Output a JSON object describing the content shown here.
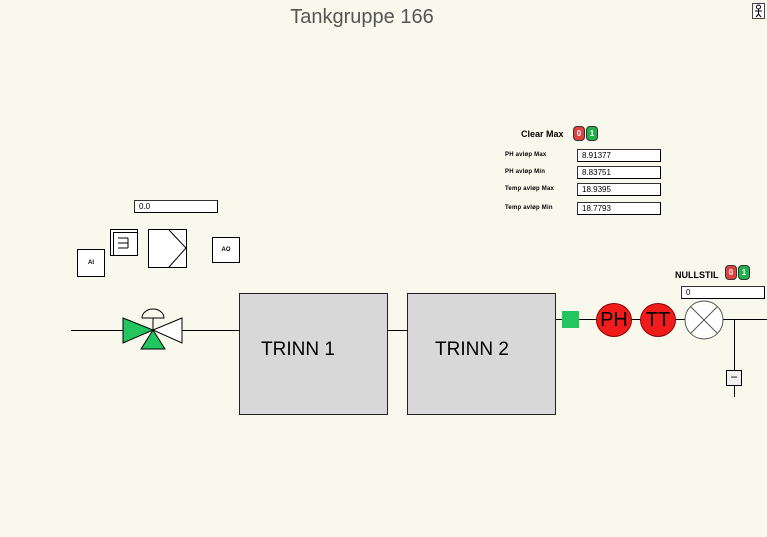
{
  "title": "Tankgruppe 166",
  "help_icon": "person-icon",
  "clear_max": {
    "label": "Clear Max",
    "off_glyph": "0",
    "on_glyph": "1"
  },
  "measurements": [
    {
      "label": "PH avløp Max",
      "value": "8.91377"
    },
    {
      "label": "PH avløp Min",
      "value": "8.83751"
    },
    {
      "label": "Temp avløp Max",
      "value": "18.9395"
    },
    {
      "label": "Temp avløp Min",
      "value": "18.7793"
    }
  ],
  "valve_input": "0.0",
  "ai_label": "AI",
  "ao_label": "AO",
  "tanks": [
    {
      "label": "TRINN 1"
    },
    {
      "label": "TRINN 2"
    }
  ],
  "sensors": {
    "ph": "PH",
    "tt": "TT"
  },
  "nullstil": {
    "label": "NULLSTIL",
    "off_glyph": "0",
    "on_glyph": "1",
    "value": "0"
  },
  "minus_glyph": "−",
  "colors": {
    "background": "#f8f9ec",
    "valve_green": "#22c55e",
    "sensor_red": "#f01c1c",
    "tank_gray": "#d8d8d8"
  }
}
